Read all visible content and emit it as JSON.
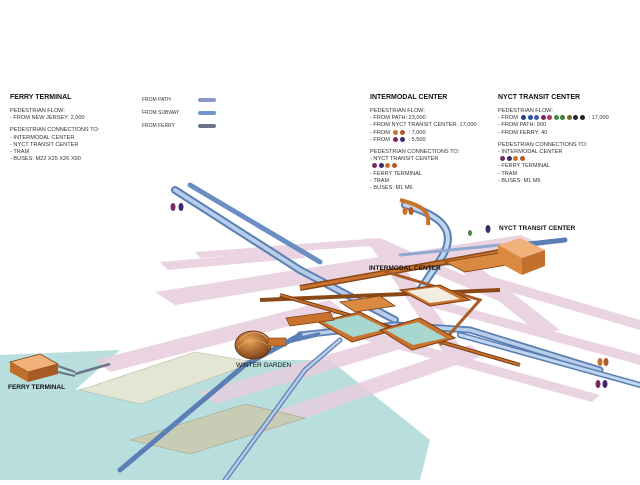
{
  "ferry_panel": {
    "title": "FERRY TERMINAL",
    "flow_heading": "PEDESTRIAN FLOW:",
    "flow_lines": [
      "- FROM NEW JERSEY: 2,000"
    ],
    "conn_heading": "PEDESTRIAN CONNECTIONS TO:",
    "conn_lines": [
      "- INTERMODAL CENTER",
      "- NYCT TRANSIT CENTER",
      "- TRAM",
      "- BUSES: M22 X25 X26 X90"
    ]
  },
  "legend": [
    {
      "label": "FROM PATH",
      "color": "#8f95c9"
    },
    {
      "label": "FROM SUBWAY",
      "color": "#6f98c9"
    },
    {
      "label": "FROM FERRY",
      "color": "#6c7488"
    }
  ],
  "intermodal_panel": {
    "title": "INTERMODAL  CENTER",
    "flow_heading": "PEDESTRIAN FLOW:",
    "flow_lines": [
      "- FROM PATH: 23,000",
      "- FROM NYCT TRANSIT CENTER: 17,000"
    ],
    "flow_from_label": "- FROM",
    "flow_from_values": [
      ": 7,000",
      ": 5,500"
    ],
    "conn_heading": "PEDESTRIAN CONNECTIONS TO:",
    "conn_lines": [
      "- NYCT TRANSIT CENTER"
    ],
    "conn_lines_after": [
      "- FERRY TERMINAL",
      "- TRAM",
      "- BUSES: M1 M6"
    ]
  },
  "nyct_panel": {
    "title": "NYCT  TRANSIT  CENTER",
    "flow_heading": "PEDESTRIAN FLOW:",
    "flow_from_label": "- FROM",
    "flow_from_value": ": 17,000",
    "flow_lines": [
      "- FROM PATH: 900",
      "- FROM FERRY: 40"
    ],
    "conn_heading": "PEDESTRIAN CONNECTIONS TO:",
    "conn_lines": [
      "- INTERMODAL CENTER"
    ],
    "conn_lines_after": [
      "- FERRY TERMINAL",
      "- TRAM",
      "- BUSES: M1 M6"
    ]
  },
  "line_colors": [
    "#1d3f8c",
    "#2b4fa6",
    "#3d5ab0",
    "#7a2a63",
    "#b0306a",
    "#4a8a42",
    "#3f7b3a",
    "#7a6a2a",
    "#1c2a3a",
    "#222222"
  ],
  "map_labels": {
    "nyct": "NYCT  TRANSIT  CENTER",
    "intermodal": "INTERMODAL CENTER",
    "winter_garden": "WINTER  GARDEN",
    "ferry": "FERRY TERMINAL"
  },
  "colors": {
    "water": "#b8dedd",
    "path_tube": "#8fa8d0",
    "structure": "#c8722d",
    "structure_dark": "#8a4816",
    "pink_plane": "#e8cddd",
    "glass": "#a7d7cf"
  }
}
